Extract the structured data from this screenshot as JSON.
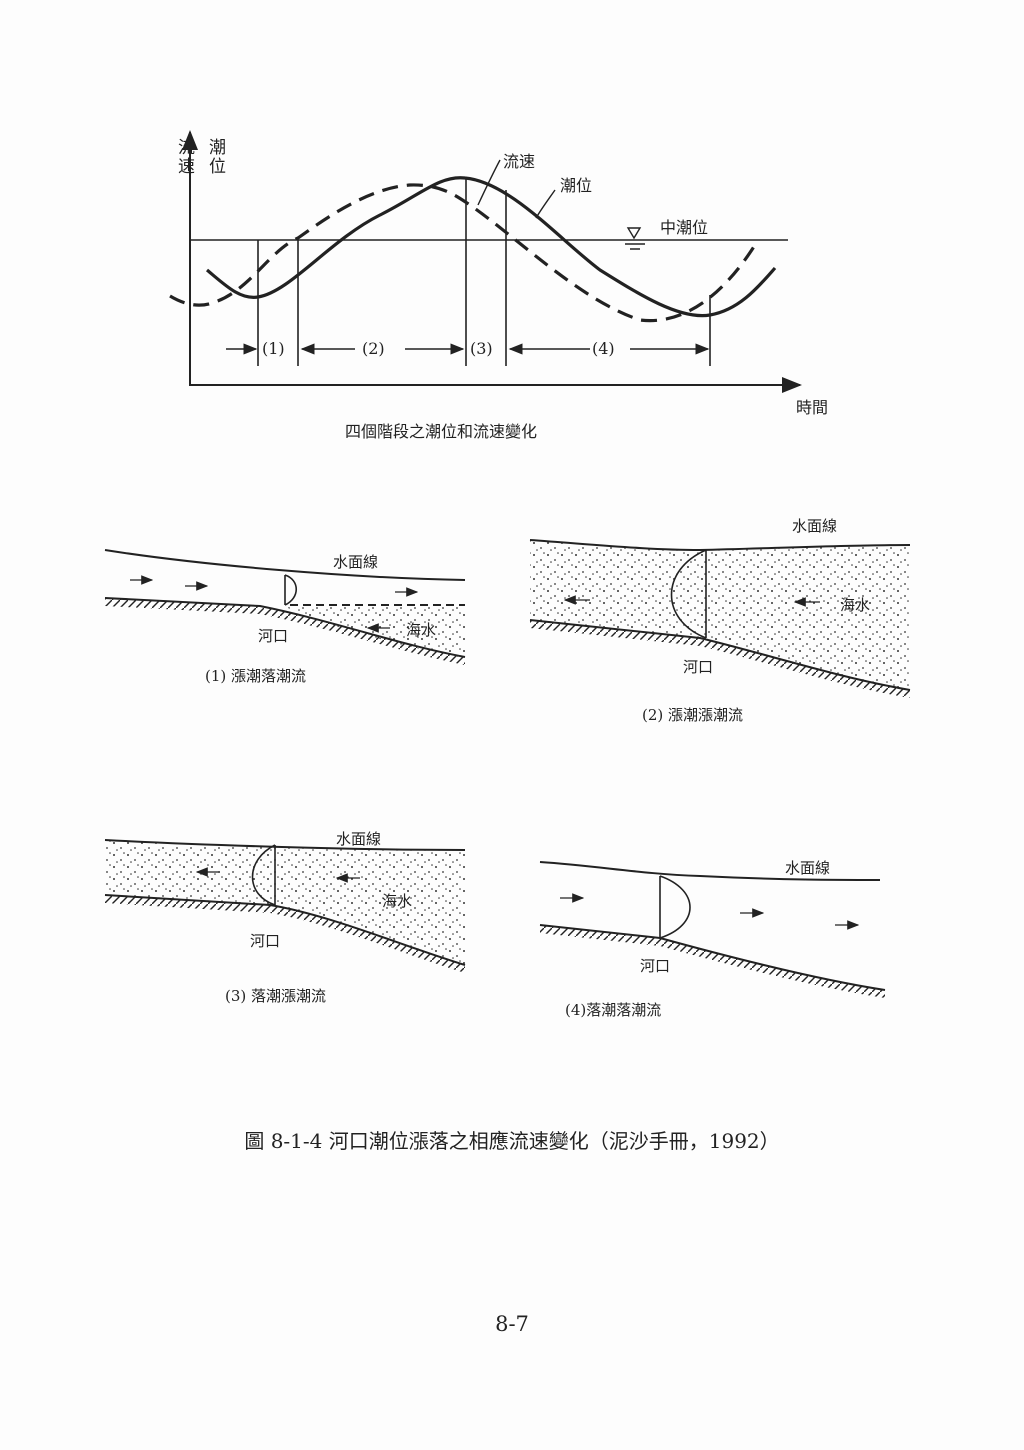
{
  "timing_chart": {
    "axis_label_velocity": "流速",
    "axis_label_tide": "潮位",
    "curve_label_velocity": "流速",
    "curve_label_tide": "潮位",
    "mean_tide_label": "中潮位",
    "x_axis_label": "時間",
    "phases": [
      "(1)",
      "(2)",
      "(3)",
      "(4)"
    ],
    "title": "四個階段之潮位和流速變化"
  },
  "panels": [
    {
      "water_surface": "水面線",
      "estuary": "河口",
      "seawater": "海水",
      "caption": "(1) 漲潮落潮流"
    },
    {
      "water_surface": "水面線",
      "estuary": "河口",
      "seawater": "海水",
      "caption": "(2) 漲潮漲潮流"
    },
    {
      "water_surface": "水面線",
      "estuary": "河口",
      "seawater": "海水",
      "caption": "(3) 落潮漲潮流"
    },
    {
      "water_surface": "水面線",
      "estuary": "河口",
      "caption": "(4)落潮落潮流"
    }
  ],
  "figure_caption": "圖 8-1-4 河口潮位漲落之相應流速變化（泥沙手冊，1992）",
  "page_number": "8-7"
}
